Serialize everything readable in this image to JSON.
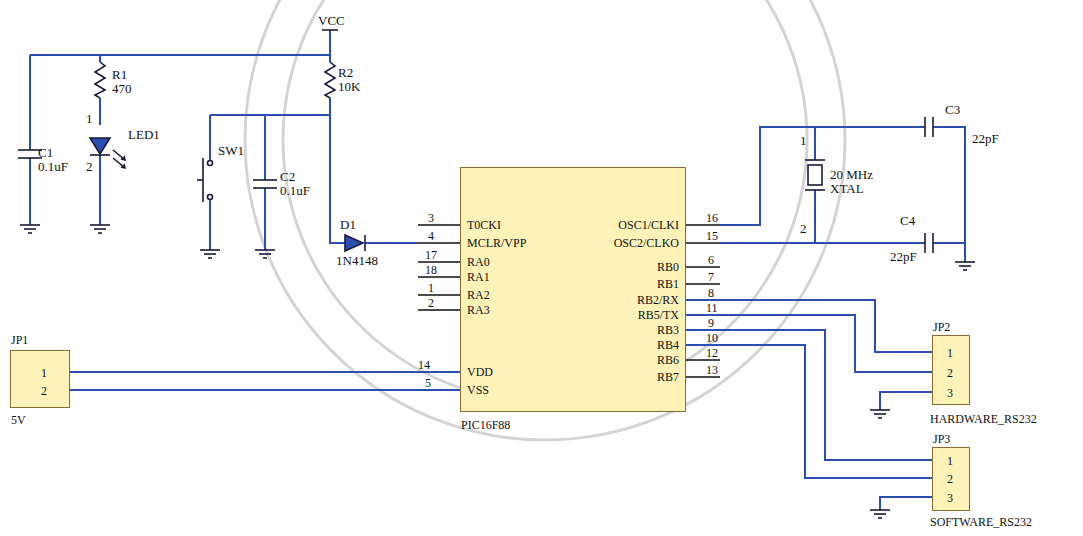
{
  "diagram": {
    "nodes": [
      {
        "text": [
          "T0CKI",
          "MCLR/VPP",
          "RA0",
          "RA1",
          "RA2",
          "RA3",
          "VDD",
          "VSS",
          "OSC1/CLKI",
          "OSC2/CLKO",
          "RB0",
          "RB1",
          "RB2/RX",
          "RB5/TX",
          "RB3",
          "RB4",
          "RB6",
          "RB7",
          "PIC16F88"
        ]
      },
      {
        "text": [
          "JP1",
          "1",
          "2",
          "5V"
        ]
      },
      {
        "text": [
          "JP2",
          "1",
          "2",
          "3",
          "HARDWARE_RS232"
        ]
      },
      {
        "text": [
          "JP3",
          "1",
          "2",
          "3",
          "SOFTWARE_RS232"
        ]
      }
    ],
    "edges": [
      {
        "from": 1,
        "to": 0,
        "arrow": "none"
      },
      {
        "from": 1,
        "to": 0,
        "arrow": "none"
      },
      {
        "from": 0,
        "to": 2,
        "arrow": "none"
      },
      {
        "from": 0,
        "to": 2,
        "arrow": "none"
      },
      {
        "from": 0,
        "to": 3,
        "arrow": "none"
      },
      {
        "from": 0,
        "to": 3,
        "arrow": "none"
      }
    ],
    "labels": [
      "VCC",
      "R1",
      "470",
      "R2",
      "10K",
      "C1",
      "0.1uF",
      "LED1",
      "1",
      "2",
      "SW1",
      "C2",
      "0.1uF",
      "D1",
      "1N4148",
      "3",
      "4",
      "17",
      "18",
      "1",
      "2",
      "14",
      "5",
      "16",
      "15",
      "6",
      "7",
      "8",
      "11",
      "9",
      "10",
      "12",
      "13",
      "C3",
      "22pF",
      "20 MHz",
      "XTAL",
      "1",
      "2",
      "C4",
      "22pF"
    ]
  }
}
